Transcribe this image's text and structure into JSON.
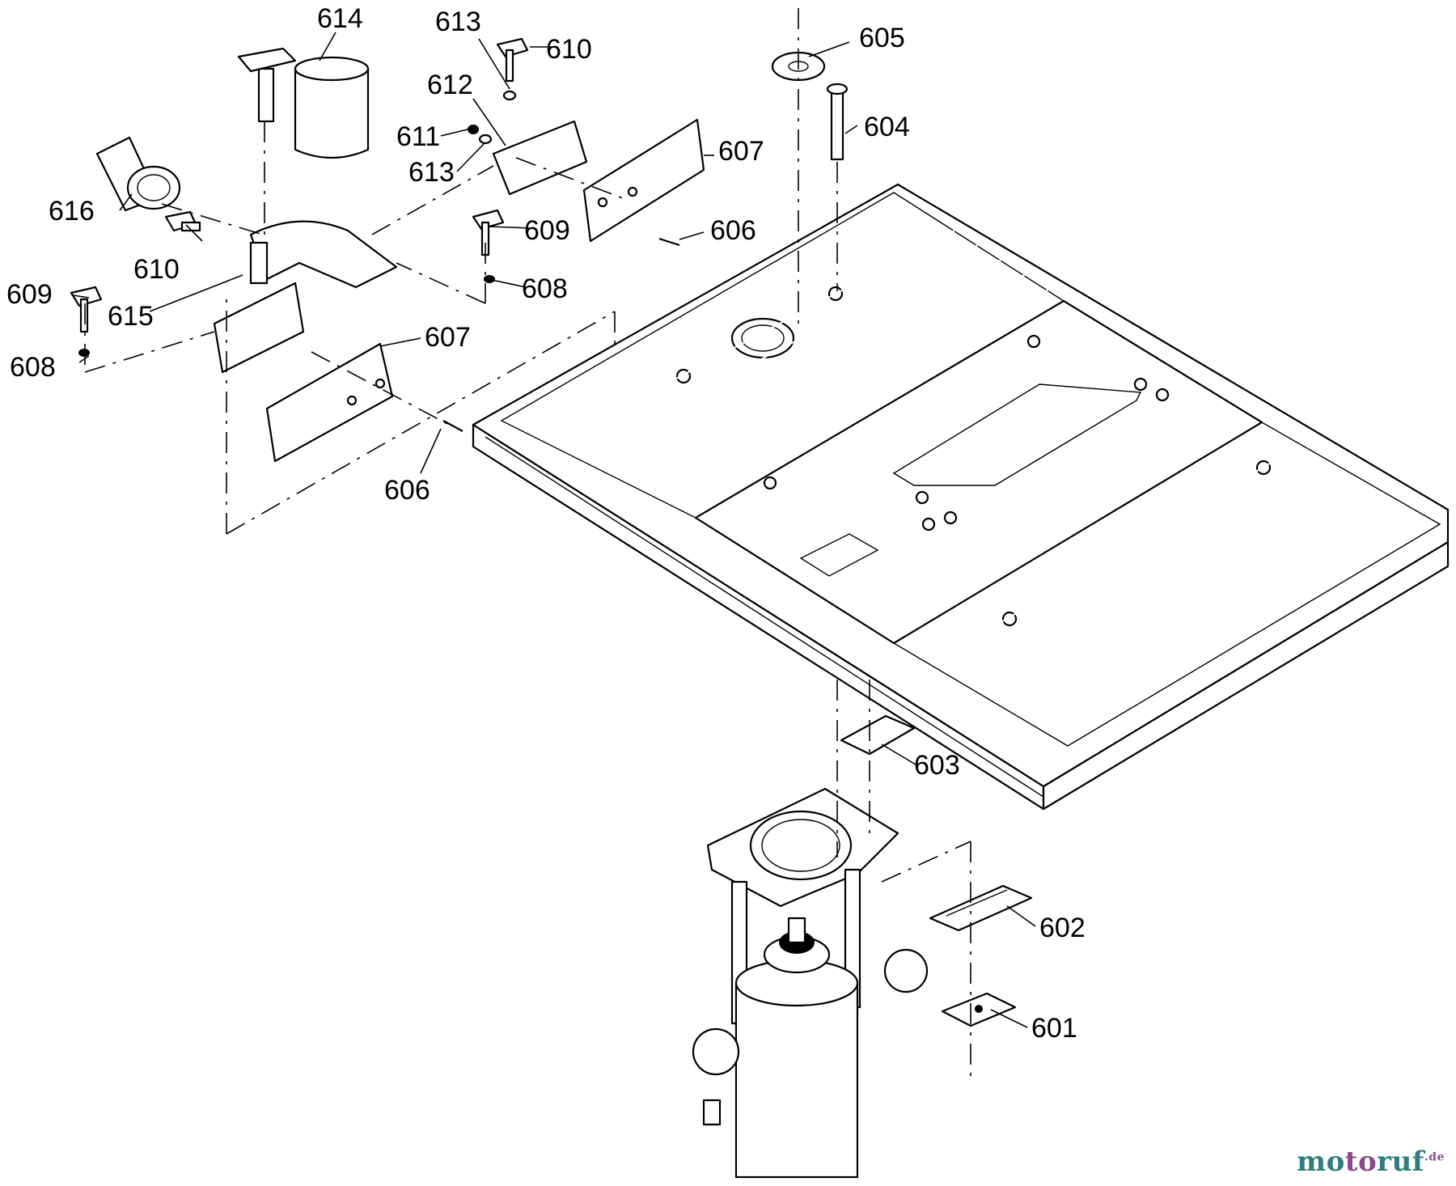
{
  "diagram": {
    "labels": [
      {
        "id": "l614",
        "text": "614"
      },
      {
        "id": "l613a",
        "text": "613"
      },
      {
        "id": "l610a",
        "text": "610"
      },
      {
        "id": "l612",
        "text": "612"
      },
      {
        "id": "l611",
        "text": "611"
      },
      {
        "id": "l613b",
        "text": "613"
      },
      {
        "id": "l605",
        "text": "605"
      },
      {
        "id": "l604",
        "text": "604"
      },
      {
        "id": "l607a",
        "text": "607"
      },
      {
        "id": "l616",
        "text": "616"
      },
      {
        "id": "l609a",
        "text": "609"
      },
      {
        "id": "l610b",
        "text": "610"
      },
      {
        "id": "l606a",
        "text": "606"
      },
      {
        "id": "l608a",
        "text": "608"
      },
      {
        "id": "l609b",
        "text": "609"
      },
      {
        "id": "l615",
        "text": "615"
      },
      {
        "id": "l607b",
        "text": "607"
      },
      {
        "id": "l608b",
        "text": "608"
      },
      {
        "id": "l606b",
        "text": "606"
      },
      {
        "id": "l603",
        "text": "603"
      },
      {
        "id": "l602",
        "text": "602"
      },
      {
        "id": "l601",
        "text": "601"
      }
    ]
  },
  "watermark": {
    "part1": "mo",
    "part2": "to",
    "part3": "ruf",
    "tld": ".de"
  }
}
